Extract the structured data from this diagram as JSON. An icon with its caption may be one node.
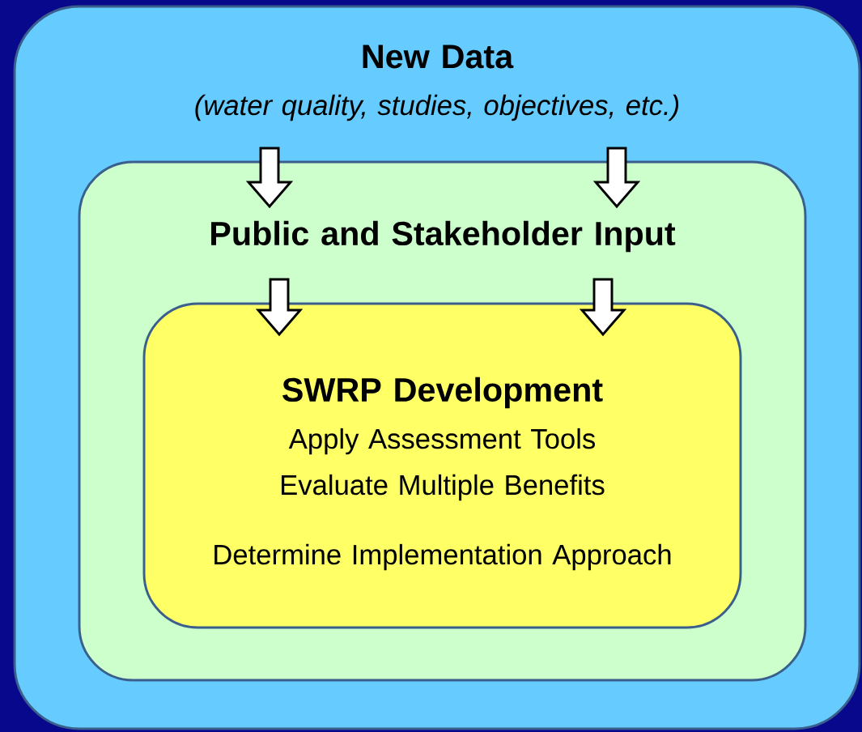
{
  "diagram": {
    "nodes": [
      {
        "text": [
          "New Data",
          "(water quality, studies, objectives, etc.)"
        ]
      },
      {
        "text": [
          "Public and Stakeholder Input"
        ],
        "in": 0
      },
      {
        "text": [
          "SWRP Development",
          "Apply Assessment Tools",
          "Evaluate Multiple Benefits",
          "Determine Implementation Approach"
        ],
        "in": 1
      }
    ],
    "edges": [
      {
        "from": 0,
        "to": 1,
        "arrow": "to"
      },
      {
        "from": 0,
        "to": 1,
        "arrow": "to"
      },
      {
        "from": 1,
        "to": 2,
        "arrow": "to"
      },
      {
        "from": 1,
        "to": 2,
        "arrow": "to"
      }
    ]
  }
}
